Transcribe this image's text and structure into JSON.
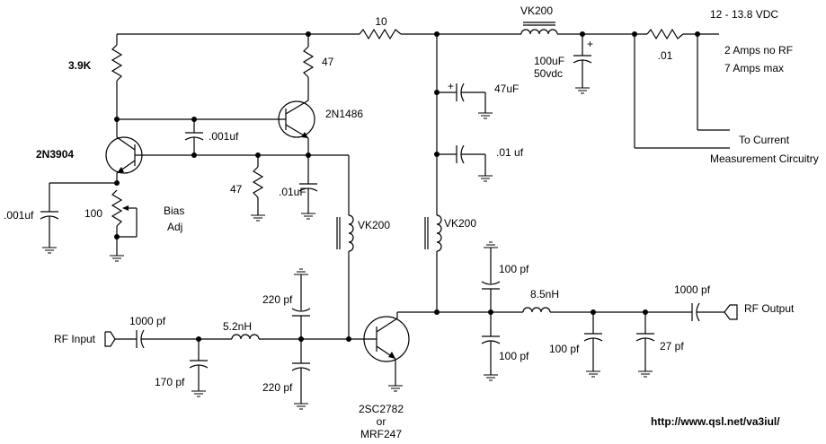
{
  "supply": {
    "voltage": "12 - 13.8 VDC",
    "current_no_rf": "2 Amps no RF",
    "current_max": "7 Amps max",
    "current_measure_1": "To Current",
    "current_measure_2": "Measurement Circuitry"
  },
  "components": {
    "r_10": "10",
    "choke_top": "VK200",
    "cap_100uf_1": "100uF",
    "cap_100uf_2": "50vdc",
    "r_shunt": ".01",
    "cap_47uf": "47uF",
    "cap_01uf_right": ".01 uf",
    "r_39k": "3.9K",
    "r_47_top": "47",
    "q_2n1486": "2N1486",
    "cap_001uf_mid": ".001uf",
    "q_2n3904": "2N3904",
    "cap_001uf_left": ".001uf",
    "pot_100": "100",
    "bias_1": "Bias",
    "bias_2": "Adj",
    "r_47_mid": "47",
    "cap_01uf_mid": ".01uF",
    "choke_mid": "VK200",
    "choke_right": "VK200",
    "cap_220_top": "220 pf",
    "cap_220_bot": "220 pf",
    "cap_1000_in": "1000 pf",
    "ind_52": "5.2nH",
    "cap_170": "170 pf",
    "rf_input": "RF Input",
    "q_out_1": "2SC2782",
    "q_out_2": "or",
    "q_out_3": "MRF247",
    "cap_100_top": "100 pf",
    "cap_100_bot": "100 pf",
    "ind_85": "8.5nH",
    "cap_100_out": "100 pf",
    "cap_27": "27 pf",
    "cap_1000_out": "1000 pf",
    "rf_output": "RF Output",
    "plus": "+"
  },
  "url": "http://www.qsl.net/va3iul/"
}
